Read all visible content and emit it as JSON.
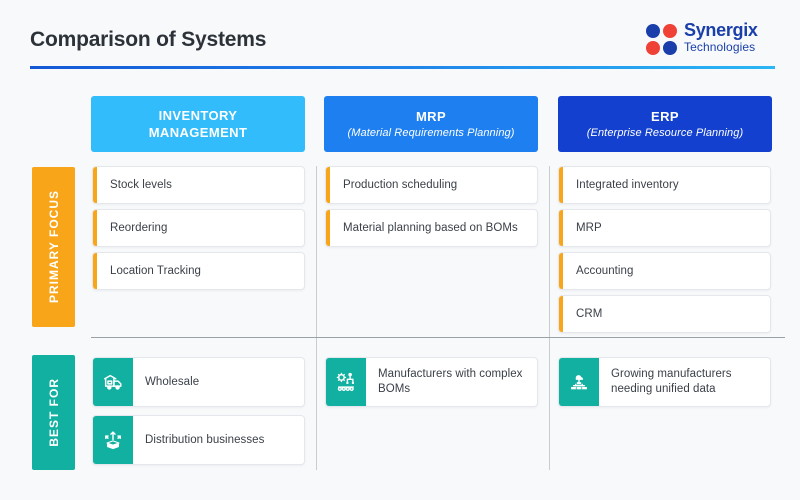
{
  "header": {
    "title": "Comparison of Systems",
    "logo": {
      "name": "Synergix",
      "subtitle": "Technologies",
      "dots": [
        "dot-blue",
        "dot-red",
        "dot-red",
        "dot-blue"
      ],
      "brand_blue": "#1a3faa",
      "brand_red": "#ef4136"
    },
    "rule_gradient": [
      "#1558d6",
      "#2bb6f4"
    ]
  },
  "sections": [
    {
      "label": "PRIMARY FOCUS",
      "color": "#f9a51a"
    },
    {
      "label": "BEST FOR",
      "color": "#12b0a0"
    }
  ],
  "columns": [
    {
      "title": "INVENTORY MANAGEMENT",
      "title_line1": "INVENTORY",
      "title_line2": "MANAGEMENT",
      "subtitle": "",
      "color": "#32bcfc",
      "primary_focus": [
        "Stock levels",
        "Reordering",
        "Location Tracking"
      ],
      "best_for": [
        {
          "text": "Wholesale",
          "icon": "warehouse-truck-icon"
        },
        {
          "text": "Distribution businesses",
          "icon": "box-distribution-icon"
        }
      ]
    },
    {
      "title": "MRP",
      "subtitle": "(Material Requirements Planning)",
      "color": "#1e7ff0",
      "primary_focus": [
        "Production scheduling",
        "Material planning based on BOMs"
      ],
      "best_for": [
        {
          "text": "Manufacturers with complex BOMs",
          "icon": "gear-hierarchy-icon"
        }
      ]
    },
    {
      "title": "ERP",
      "subtitle": "(Enterprise Resource Planning)",
      "color": "#1340ce",
      "primary_focus": [
        "Integrated inventory",
        "MRP",
        "Accounting",
        "CRM"
      ],
      "best_for": [
        {
          "text": "Growing manufacturers needing unified data",
          "icon": "cloud-server-icon"
        }
      ]
    }
  ],
  "accent_colors": {
    "focus_card_bar": "#f9a51a",
    "best_icon_box": "#12b0a0",
    "background": "#f7f9fb",
    "divider": "#c9cdd2"
  }
}
